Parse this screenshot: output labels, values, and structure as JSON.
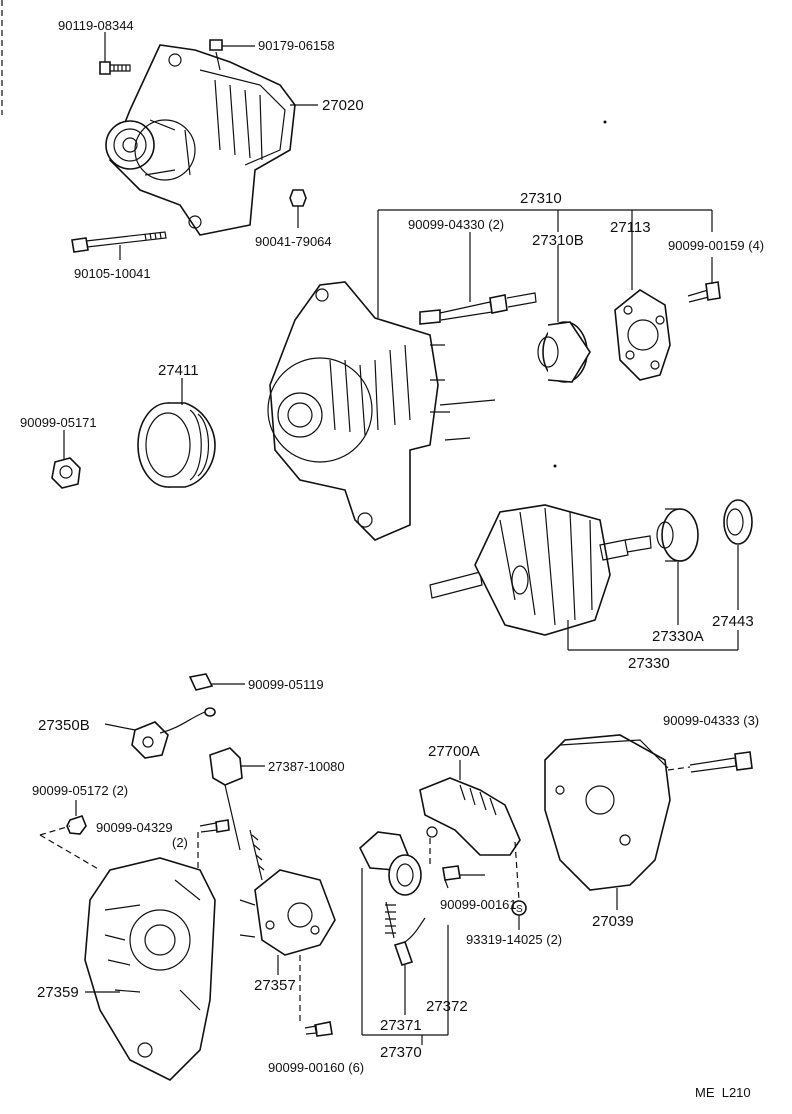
{
  "labels": {
    "p90119": "90119-08344",
    "p90179": "90179-06158",
    "p27020": "27020",
    "p90041": "90041-79064",
    "p90105": "90105-10041",
    "p27310": "27310",
    "p90099_04330": "90099-04330 (2)",
    "p27310B": "27310B",
    "p27113": "27113",
    "p90099_00159": "90099-00159 (4)",
    "p27411": "27411",
    "p90099_05171": "90099-05171",
    "p27443": "27443",
    "p27330A": "27330A",
    "p27330": "27330",
    "p90099_05119": "90099-05119",
    "p27350B": "27350B",
    "p90099_04333": "90099-04333 (3)",
    "p27387": "27387-10080",
    "p27700A": "27700A",
    "p90099_05172": "90099-05172 (2)",
    "p90099_04329": "90099-04329",
    "p90099_04329_qty": "(2)",
    "p90099_00161": "90099-00161",
    "p93319": "93319-14025 (2)",
    "p27039": "27039",
    "p27359": "27359",
    "p27357": "27357",
    "p27372": "27372",
    "p27371": "27371",
    "p27370": "27370",
    "p90099_00160": "90099-00160 (6)",
    "s_symbol": "S",
    "footer": "ME  L210"
  }
}
